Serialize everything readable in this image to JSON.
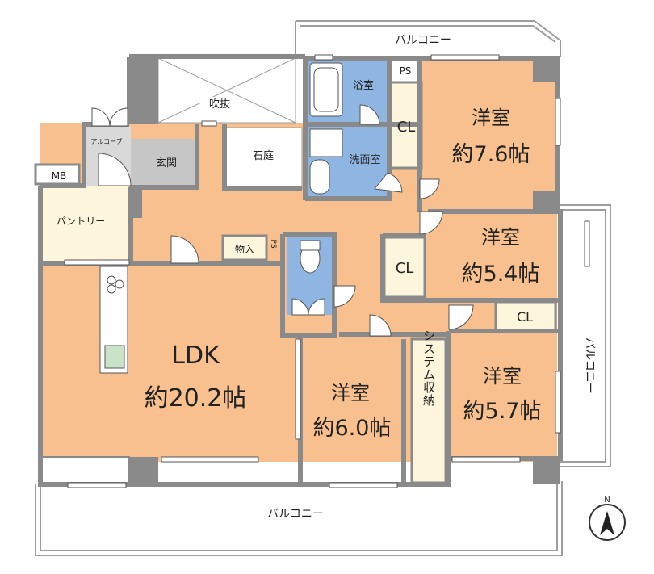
{
  "rooms": {
    "ldk": {
      "name": "LDK",
      "size": "約20.2帖"
    },
    "western_1": {
      "name": "洋室",
      "size": "約7.6帖"
    },
    "western_2": {
      "name": "洋室",
      "size": "約5.4帖"
    },
    "western_3": {
      "name": "洋室",
      "size": "約6.0帖"
    },
    "western_4": {
      "name": "洋室",
      "size": "約5.7帖"
    },
    "bath": "浴室",
    "washroom": "洗面室",
    "entrance": "玄関",
    "alcove": "アルコーブ",
    "void": "吹抜",
    "stone_garden": "石庭",
    "pantry": "パントリー",
    "storage": "物入",
    "mb": "MB",
    "ps_top": "PS",
    "ps_mid": "PS",
    "system_storage": "システム収納",
    "closets": [
      "CL",
      "CL",
      "CL"
    ]
  },
  "balconies": {
    "top": "バルコニー",
    "right": "バルコニー",
    "bottom": "バルコニー"
  },
  "compass": {
    "label": "N"
  },
  "colors": {
    "room": "#f7c08e",
    "wet": "#8fb6e3",
    "wall": "#8a8a8a",
    "closet": "#fdf5dc",
    "entrance": "#c6c6c6",
    "outline": "#9e9e9e"
  }
}
